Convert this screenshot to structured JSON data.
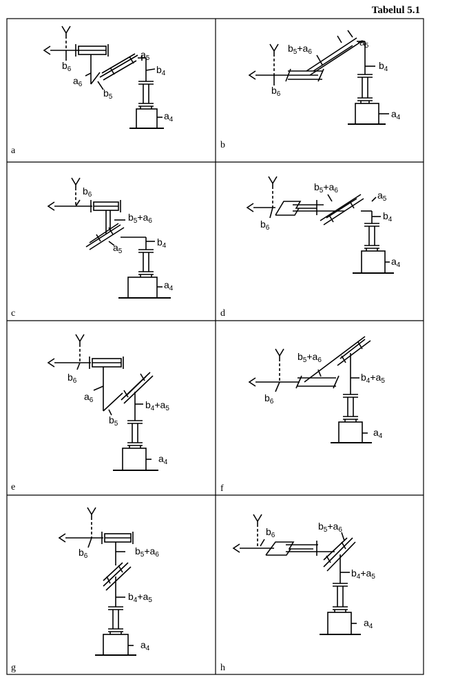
{
  "table_title": "Tabelul 5.1",
  "cells": [
    {
      "tag": "a",
      "labels": {
        "b6": "b",
        "b6s": "6",
        "a6": "a",
        "a6s": "6",
        "b5": "b",
        "b5s": "5",
        "a5": "a",
        "a5s": "5",
        "b4": "b",
        "b4s": "4",
        "a4": "a",
        "a4s": "4"
      }
    },
    {
      "tag": "b",
      "labels": {
        "b5a6": "b",
        "b5a6s": "5",
        "plus": "+a",
        "b5a6s2": "6",
        "a5": "a",
        "a5s": "5",
        "b4": "b",
        "b4s": "4",
        "a4": "a",
        "a4s": "4",
        "b6": "b",
        "b6s": "6"
      }
    },
    {
      "tag": "c",
      "labels": {
        "b6": "b",
        "b6s": "6",
        "b5a6": "b",
        "b5a6s": "5",
        "plus": "+a",
        "b5a6s2": "6",
        "a5": "a",
        "a5s": "5",
        "b4": "b",
        "b4s": "4",
        "a4": "a",
        "a4s": "4"
      }
    },
    {
      "tag": "d",
      "labels": {
        "b5a6": "b",
        "b5a6s": "5",
        "plus": "+a",
        "b5a6s2": "6",
        "a5": "a",
        "a5s": "5",
        "b4": "b",
        "b4s": "4",
        "a4": "a",
        "a4s": "4",
        "b6": "b",
        "b6s": "6"
      }
    },
    {
      "tag": "e",
      "labels": {
        "b6": "b",
        "b6s": "6",
        "a6": "a",
        "a6s": "6",
        "b5": "b",
        "b5s": "5",
        "b4a5": "b",
        "b4a5s": "4",
        "plus": "+a",
        "b4a5s2": "5",
        "a4": "a",
        "a4s": "4"
      }
    },
    {
      "tag": "f",
      "labels": {
        "b5a6": "b",
        "b5a6s": "5",
        "plus": "+a",
        "b5a6s2": "6",
        "b4a5": "b",
        "b4a5s": "4",
        "plus2": "+a",
        "b4a5s2": "5",
        "a4": "a",
        "a4s": "4",
        "b6": "b",
        "b6s": "6"
      }
    },
    {
      "tag": "g",
      "labels": {
        "b6": "b",
        "b6s": "6",
        "b5a6": "b",
        "b5a6s": "5",
        "plus": "+a",
        "b5a6s2": "6",
        "b4a5": "b",
        "b4a5s": "4",
        "plus2": "+a",
        "b4a5s2": "5",
        "a4": "a",
        "a4s": "4"
      }
    },
    {
      "tag": "h",
      "labels": {
        "b6": "b",
        "b6s": "6",
        "b5a6": "b",
        "b5a6s": "5",
        "plus": "+a",
        "b5a6s2": "6",
        "b4a5": "b",
        "b4a5s": "4",
        "plus2": "+a",
        "b4a5s2": "5",
        "a4": "a",
        "a4s": "4"
      }
    }
  ]
}
